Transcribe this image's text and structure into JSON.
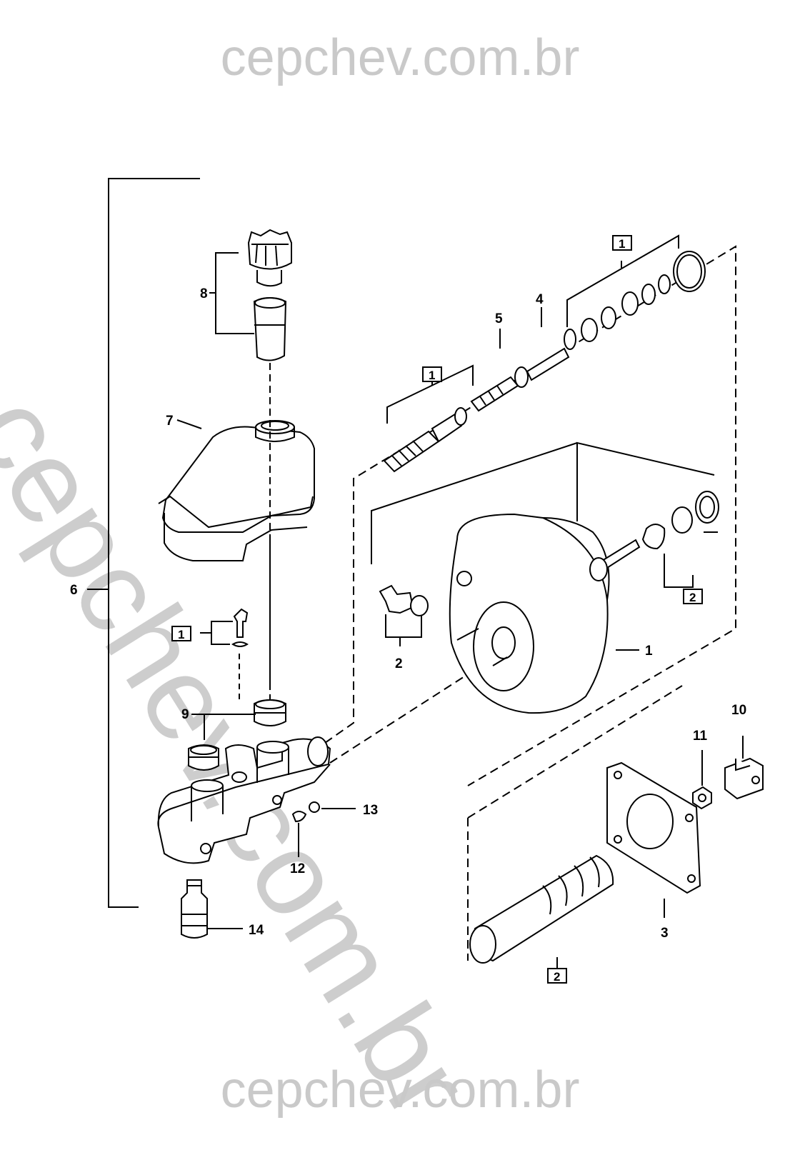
{
  "watermark": {
    "top": "cepchev.com.br",
    "diagonal": "cepchev.com.br",
    "bottom": "cepchev.com.br"
  },
  "callouts": {
    "n1": "1",
    "n2": "2",
    "n3": "3",
    "n4": "4",
    "n5": "5",
    "n6": "6",
    "n7": "7",
    "n8": "8",
    "n9": "9",
    "n10": "10",
    "n11": "11",
    "n12": "12",
    "n13": "13",
    "n14": "14"
  },
  "kit_boxes": {
    "kit1": "1",
    "kit2": "2"
  }
}
